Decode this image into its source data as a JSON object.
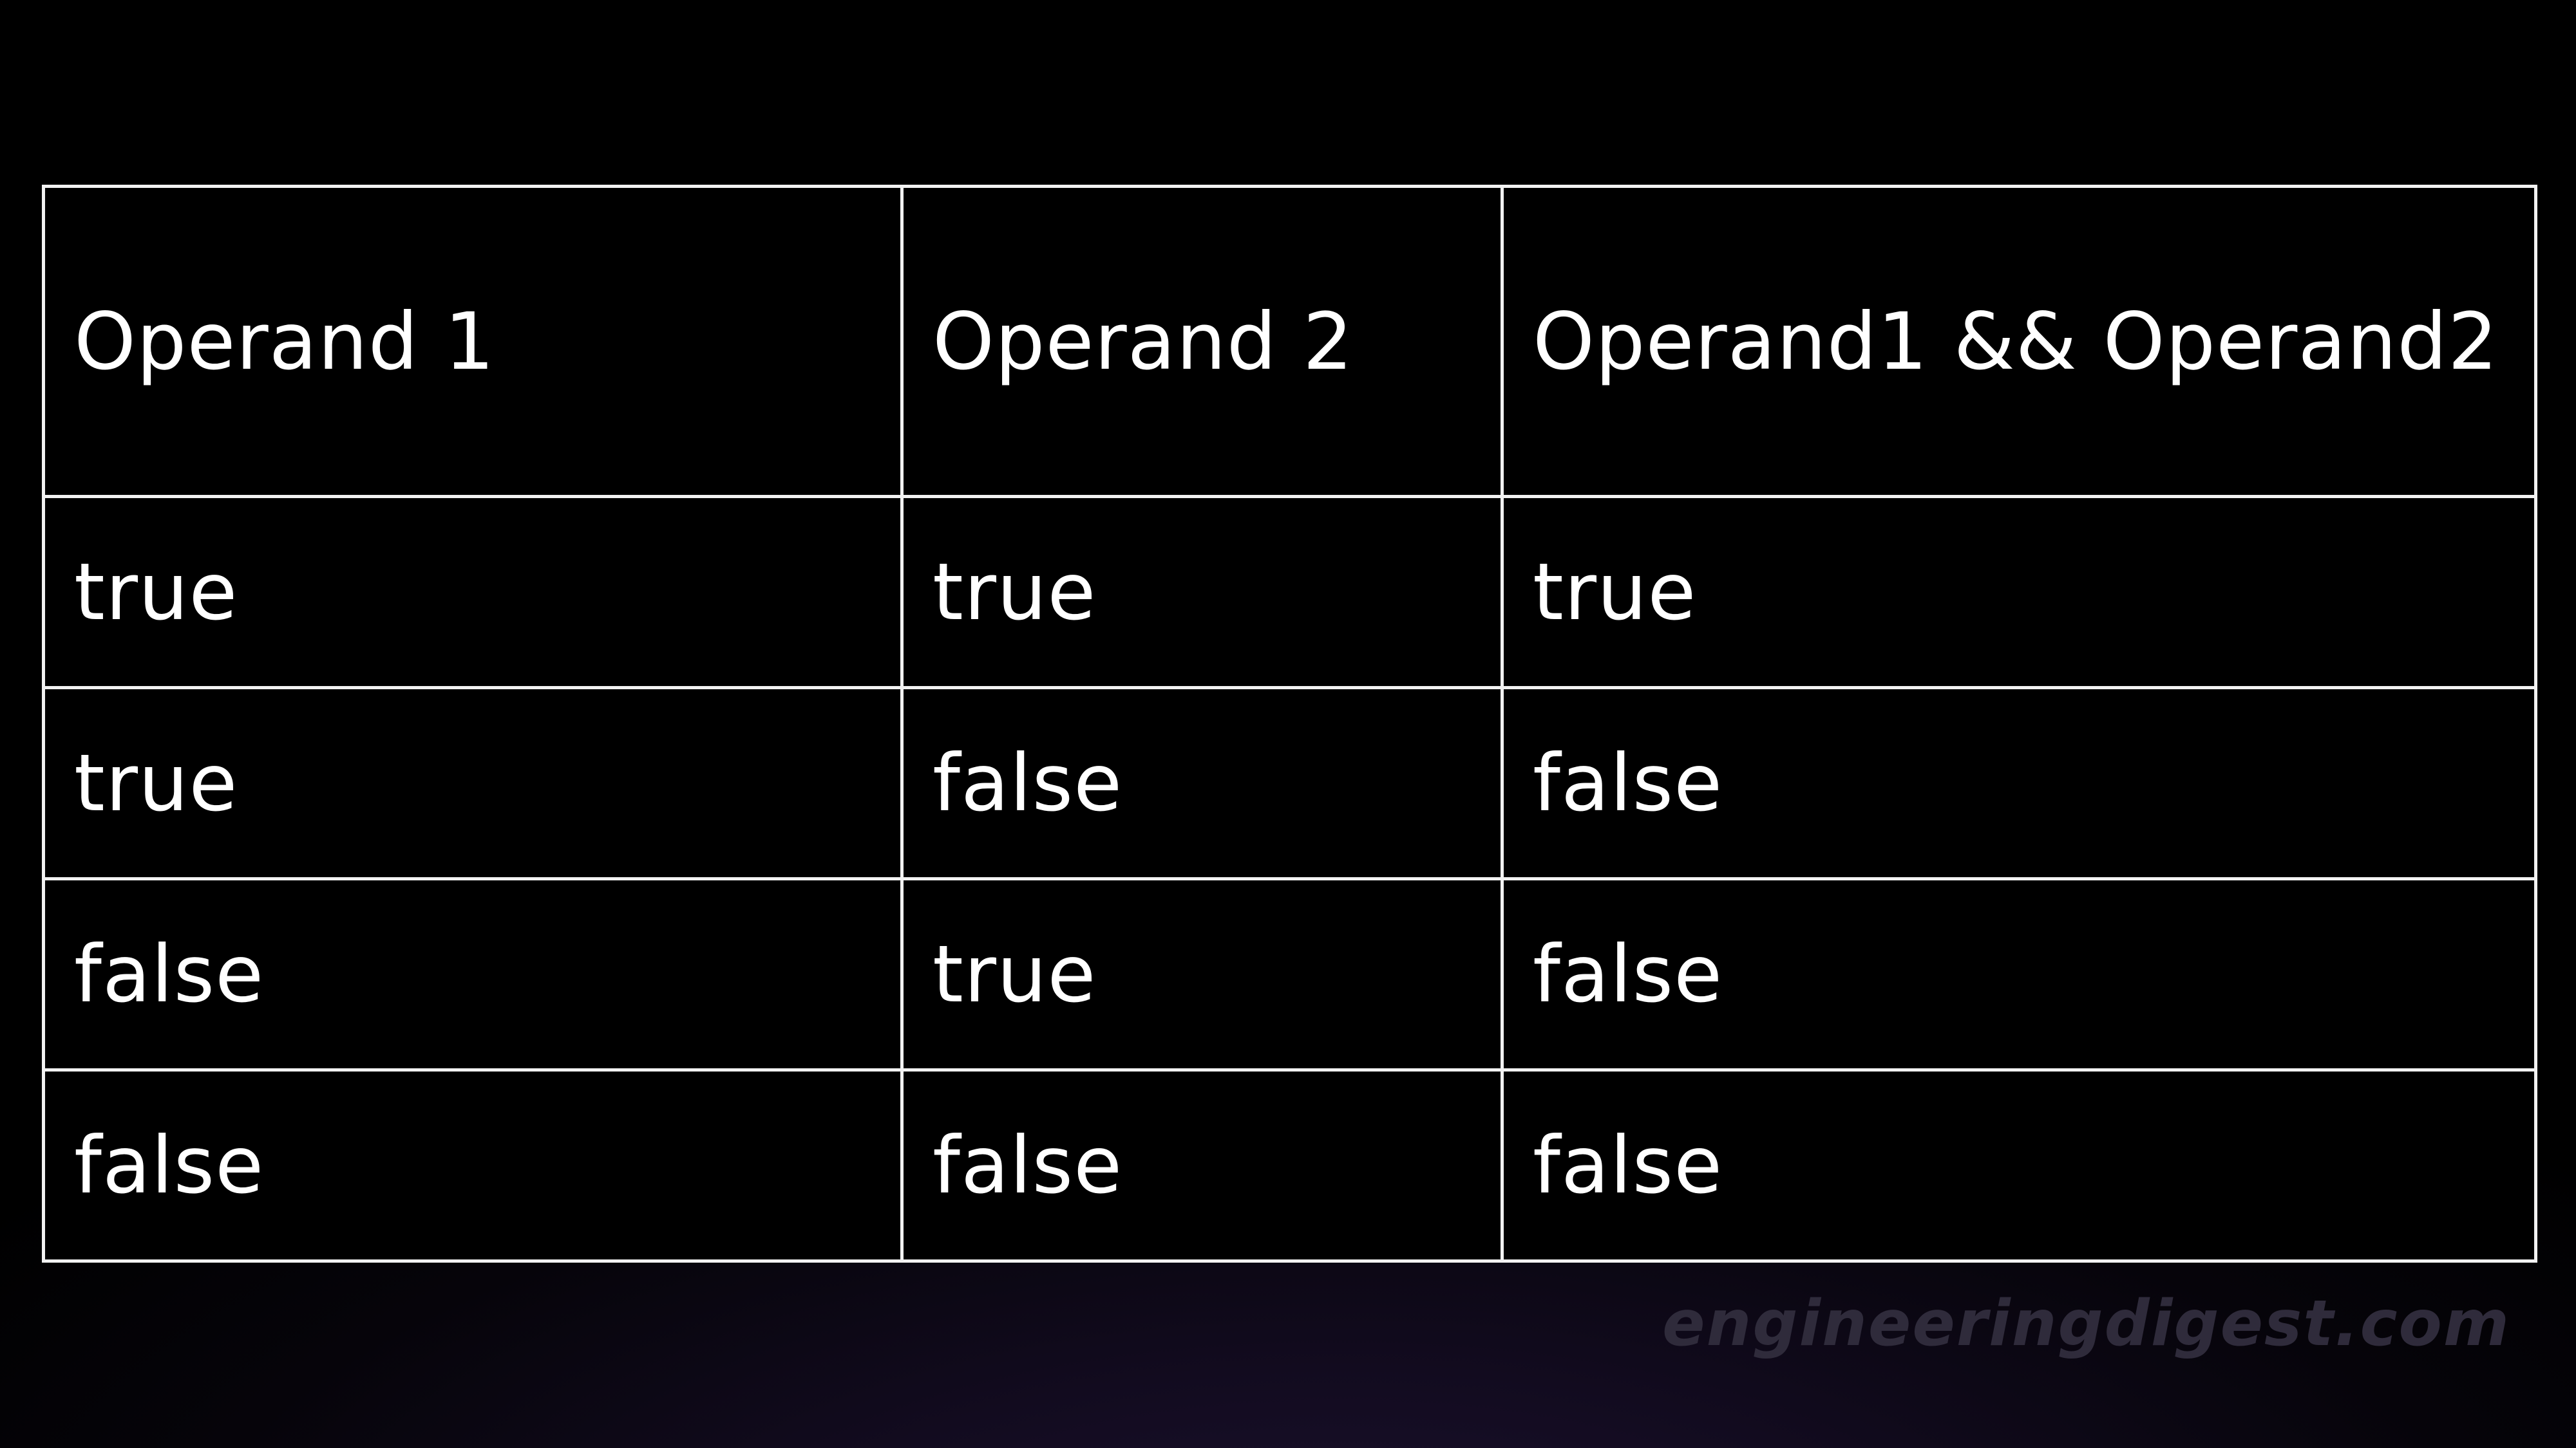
{
  "table": {
    "headers": [
      "Operand 1",
      "Operand 2",
      "Operand1 && Operand2"
    ],
    "rows": [
      [
        "true",
        "true",
        "true"
      ],
      [
        "true",
        "false",
        "false"
      ],
      [
        "false",
        "true",
        "false"
      ],
      [
        "false",
        "false",
        "false"
      ]
    ]
  },
  "watermark": "engineeringdigest.com",
  "colors": {
    "background": "#000000",
    "grid_lines": "#f2f2f2",
    "text": "#ffffff",
    "watermark": "#2f2b3b"
  }
}
